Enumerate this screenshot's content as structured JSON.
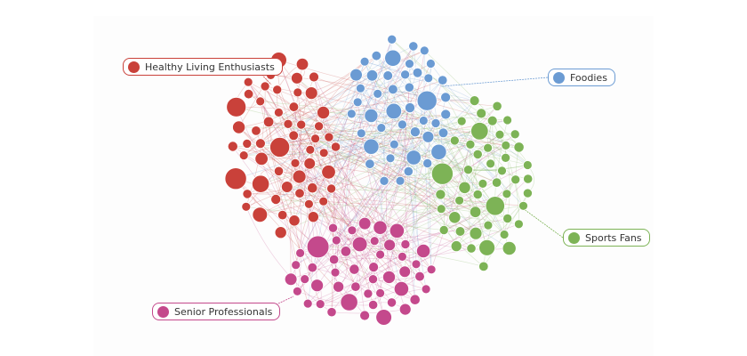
{
  "groups": [
    {
      "id": "healthy",
      "name": "Healthy Living Enthusiasts",
      "color": "#c9413a"
    },
    {
      "id": "foodies",
      "name": "Foodies",
      "color": "#6b9bd3"
    },
    {
      "id": "sports",
      "name": "Sports Fans",
      "color": "#7db356"
    },
    {
      "id": "seniors",
      "name": "Senior Professionals",
      "color": "#c4498c"
    }
  ]
}
